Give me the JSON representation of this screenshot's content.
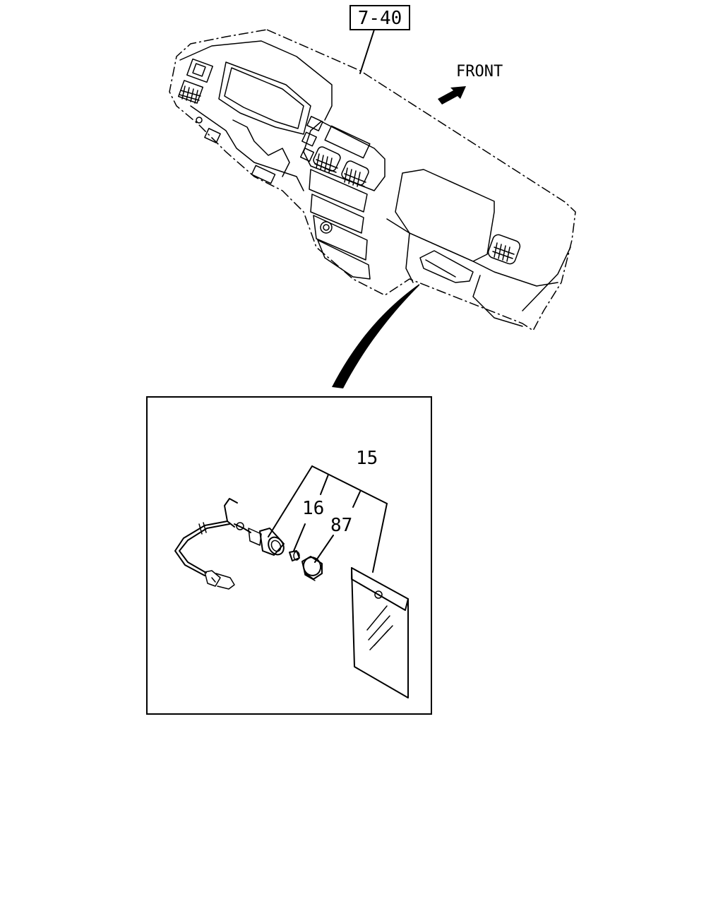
{
  "reference_box": "7-40",
  "direction_label": "FRONT",
  "callouts": {
    "group": "15",
    "part_a": "16",
    "part_b": "87"
  }
}
